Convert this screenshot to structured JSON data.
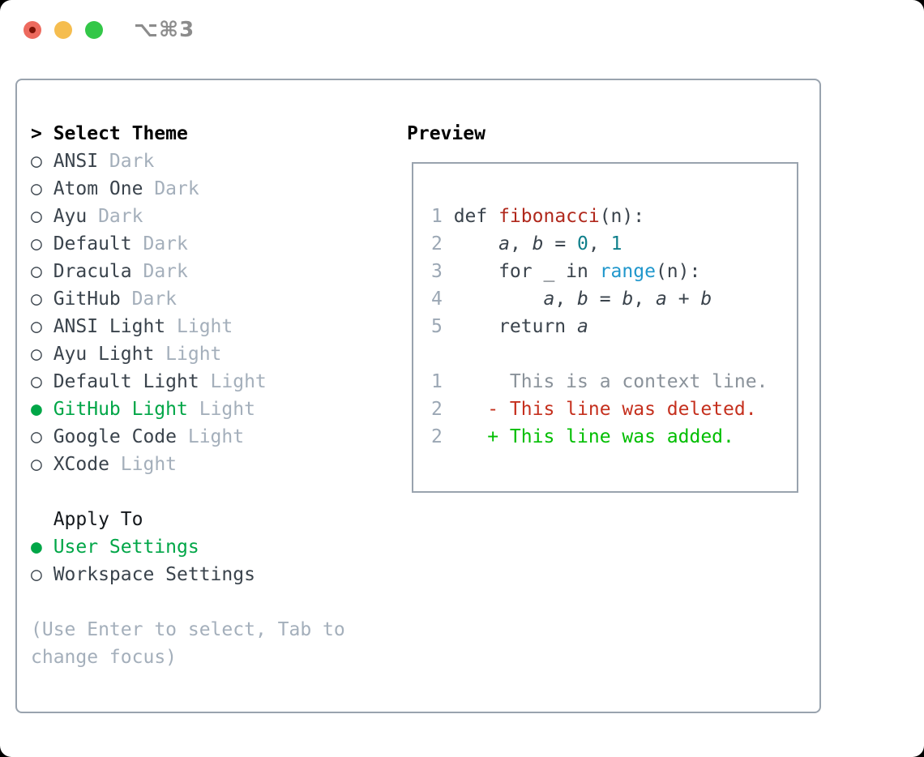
{
  "window": {
    "title": "⌥⌘3",
    "traffic_lights": [
      "close",
      "minimize",
      "zoom"
    ]
  },
  "glyphs": {
    "radio_on": "●",
    "radio_off": "○",
    "prompt": ">"
  },
  "theme_picker": {
    "prompt": ">",
    "heading": "Select Theme",
    "items": [
      {
        "name": "ANSI",
        "tag": "Dark",
        "selected": false
      },
      {
        "name": "Atom One",
        "tag": "Dark",
        "selected": false
      },
      {
        "name": "Ayu",
        "tag": "Dark",
        "selected": false
      },
      {
        "name": "Default",
        "tag": "Dark",
        "selected": false
      },
      {
        "name": "Dracula",
        "tag": "Dark",
        "selected": false
      },
      {
        "name": "GitHub",
        "tag": "Dark",
        "selected": false
      },
      {
        "name": "ANSI Light",
        "tag": "Light",
        "selected": false
      },
      {
        "name": "Ayu Light",
        "tag": "Light",
        "selected": false
      },
      {
        "name": "Default Light",
        "tag": "Light",
        "selected": false
      },
      {
        "name": "GitHub Light",
        "tag": "Light",
        "selected": true
      },
      {
        "name": "Google Code",
        "tag": "Light",
        "selected": false
      },
      {
        "name": "XCode",
        "tag": "Light",
        "selected": false
      }
    ],
    "apply_to": {
      "heading": "Apply To",
      "options": [
        {
          "name": "User Settings",
          "selected": true
        },
        {
          "name": "Workspace Settings",
          "selected": false
        }
      ]
    },
    "hint": "(Use Enter to select, Tab to change focus)"
  },
  "preview": {
    "heading": "Preview",
    "code_lines": [
      {
        "num": "1",
        "segments": [
          {
            "t": "def ",
            "c": "plain"
          },
          {
            "t": "fibonacci",
            "c": "func"
          },
          {
            "t": "(n):",
            "c": "plain"
          }
        ]
      },
      {
        "num": "2",
        "segments": [
          {
            "t": "    ",
            "c": "plain"
          },
          {
            "t": "a",
            "c": "var"
          },
          {
            "t": ", ",
            "c": "plain"
          },
          {
            "t": "b",
            "c": "var"
          },
          {
            "t": " = ",
            "c": "plain"
          },
          {
            "t": "0",
            "c": "number"
          },
          {
            "t": ", ",
            "c": "plain"
          },
          {
            "t": "1",
            "c": "number"
          }
        ]
      },
      {
        "num": "3",
        "segments": [
          {
            "t": "    for _ in ",
            "c": "plain"
          },
          {
            "t": "range",
            "c": "builtin"
          },
          {
            "t": "(n):",
            "c": "plain"
          }
        ]
      },
      {
        "num": "4",
        "segments": [
          {
            "t": "        ",
            "c": "plain"
          },
          {
            "t": "a",
            "c": "var"
          },
          {
            "t": ", ",
            "c": "plain"
          },
          {
            "t": "b",
            "c": "var"
          },
          {
            "t": " = ",
            "c": "plain"
          },
          {
            "t": "b",
            "c": "var"
          },
          {
            "t": ", ",
            "c": "plain"
          },
          {
            "t": "a",
            "c": "var"
          },
          {
            "t": " + ",
            "c": "plain"
          },
          {
            "t": "b",
            "c": "var"
          }
        ]
      },
      {
        "num": "5",
        "segments": [
          {
            "t": "    return ",
            "c": "plain"
          },
          {
            "t": "a",
            "c": "var"
          }
        ]
      },
      {
        "num": "",
        "segments": []
      },
      {
        "num": "1",
        "segments": [
          {
            "t": "     This is a context line.",
            "c": "context"
          }
        ]
      },
      {
        "num": "2",
        "segments": [
          {
            "t": "   - This line was deleted.",
            "c": "deleted"
          }
        ]
      },
      {
        "num": "2",
        "segments": [
          {
            "t": "   + This line was added.",
            "c": "added"
          }
        ]
      }
    ]
  },
  "colors": {
    "selection_green": "#00a647",
    "added_green": "#00be00",
    "deleted_red": "#c5301e",
    "function_red": "#b0281c",
    "number_teal": "#0f7f8b",
    "builtin_blue": "#2097cc",
    "context_gray": "#8a929a",
    "muted_gray": "#a4afbb",
    "panel_border": "#99a3ae",
    "traffic_red": "#ed6a5e",
    "traffic_yellow": "#f5bd4f",
    "traffic_green": "#33c748"
  }
}
